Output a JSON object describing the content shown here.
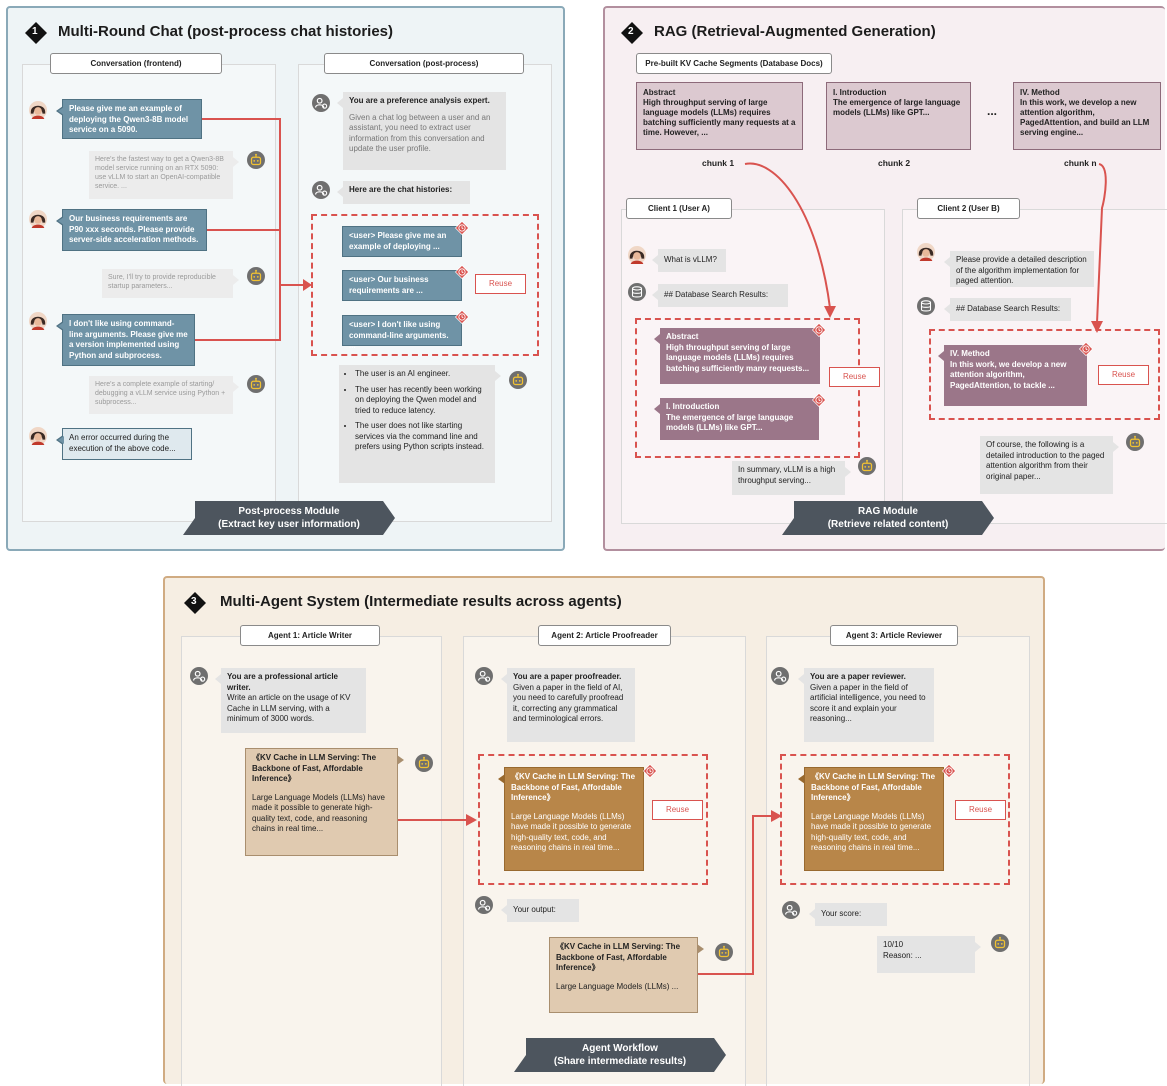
{
  "panel1": {
    "number": "1",
    "title": "Multi-Round Chat (post-process chat histories)",
    "frontend_header": "Conversation (frontend)",
    "postprocess_header": "Conversation (post-process)",
    "msgs": [
      "Please give me an example of deploying the Qwen3-8B model service on a 5090.",
      "Here's the fastest way to get a Qwen3-8B model service running on an RTX 5090: use vLLM to start an OpenAI-compatible service. ...",
      "Our business requirements are P90 xxx seconds. Please provide server-side acceleration methods.",
      "Sure, I'll try to provide reproducible startup parameters...",
      "I don't like using command-line arguments. Please give me a version implemented using Python and subprocess.",
      "Here's a complete example of starting/ debugging a vLLM service using Python + subprocess...",
      "An error occurred during the execution of the above code..."
    ],
    "sys_title": "You are a preference analysis expert.",
    "sys_body": "Given a chat log between a user and an assistant, you need to extract user information from this conversation and update the user profile.",
    "histories_label": "Here are the chat histories:",
    "hist": [
      "<user> Please give me an example of deploying ...",
      "<user> Our business requirements are ...",
      "<user> I don't like using command-line arguments. ..."
    ],
    "reuse": "Reuse",
    "summary": [
      "The user is an AI engineer.",
      "The user has recently been working on deploying the Qwen model and tried to reduce latency.",
      "The user does not like starting services via the command line and prefers using Python scripts instead."
    ],
    "banner_line1": "Post-process Module",
    "banner_line2": "(Extract key user information)"
  },
  "panel2": {
    "number": "2",
    "title": "RAG (Retrieval-Augmented Generation)",
    "docs_header": "Pre-built KV Cache Segments (Database Docs)",
    "docs": [
      {
        "title": "Abstract",
        "body": "High throughput serving of large language models (LLMs) requires batching sufficiently many requests at a time. However, ..."
      },
      {
        "title": "I. Introduction",
        "body": "The emergence of large language models (LLMs) like GPT..."
      },
      {
        "title": "IV. Method",
        "body": "In this work, we develop a new attention algorithm, PagedAttention, and build an LLM serving engine..."
      }
    ],
    "ellipsis": "...",
    "chunks": [
      "chunk 1",
      "chunk 2",
      "chunk n"
    ],
    "client1_header": "Client 1 (User A)",
    "client2_header": "Client 2 (User B)",
    "c1_question": "What is vLLM?",
    "db_results": "## Database Search Results:",
    "c1_r1_title": "Abstract",
    "c1_r1_body": "High throughput serving of large language models (LLMs) requires batching sufficiently many requests...",
    "c1_r2_title": "I. Introduction",
    "c1_r2_body": "The emergence of large language models (LLMs) like GPT...",
    "c1_answer": "In summary, vLLM is a high throughput serving...",
    "c2_question": "Please provide a detailed description of the algorithm implementation for paged attention.",
    "c2_r1_title": "IV. Method",
    "c2_r1_body": "In this work, we develop a new attention algorithm, PagedAttention, to tackle ...",
    "c2_answer": "Of course, the following is a detailed introduction to the paged attention algorithm from their original paper...",
    "reuse": "Reuse",
    "banner_line1": "RAG Module",
    "banner_line2": "(Retrieve related content)"
  },
  "panel3": {
    "number": "3",
    "title": "Multi-Agent System (Intermediate results across agents)",
    "agent1_header": "Agent 1: Article Writer",
    "agent2_header": "Agent 2: Article Proofreader",
    "agent3_header": "Agent 3: Article Reviewer",
    "a1_sys_title": "You are a professional article writer.",
    "a1_sys_body": "Write an article on the usage of KV Cache in LLM serving, with a minimum of 3000 words.",
    "article_title": "《KV Cache in LLM Serving: The Backbone of Fast, Affordable Inference》",
    "article_body": "Large Language Models (LLMs) have made it possible to generate high-quality text, code, and reasoning chains in real time...",
    "a2_sys_title": "You are a paper proofreader.",
    "a2_sys_body": "Given a paper in the field of AI, you need to carefully proofread it, correcting any grammatical and terminological errors.",
    "a2_output_label": "Your output:",
    "a2_out_body": "Large Language Models (LLMs) ...",
    "a3_sys_title": "You are a paper reviewer.",
    "a3_sys_body": "Given a paper in the field of artificial intelligence, you need to score it and explain your reasoning...",
    "a3_score_label": "Your score:",
    "a3_score_l1": "10/10",
    "a3_score_l2": "Reason: ...",
    "reuse": "Reuse",
    "banner_line1": "Agent Workflow",
    "banner_line2": "(Share intermediate results)"
  },
  "colors": {
    "panel1_bg": "#eef4f6",
    "panel1_border": "#8aa9b8",
    "panel2_bg": "#f7eff2",
    "panel2_border": "#b28f9e",
    "panel3_bg": "#f6eee3",
    "panel3_border": "#d0ab82",
    "accent_red": "#d9534f"
  }
}
